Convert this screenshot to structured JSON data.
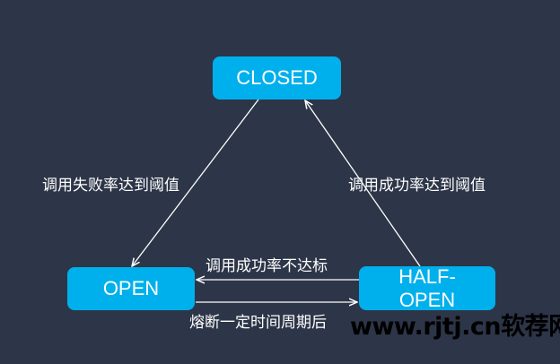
{
  "nodes": {
    "closed": "CLOSED",
    "open": "OPEN",
    "half_open": "HALF-\nOPEN"
  },
  "transitions": {
    "closed_to_open": "调用失败率达到阈值",
    "half_open_to_closed": "调用成功率达到阈值",
    "half_open_to_open": "调用成功率不达标",
    "open_to_half_open": "熔断一定时间周期后"
  },
  "watermark": "www.rjtj.cn软荐网",
  "colors": {
    "background": "#2d3548",
    "node": "#00b0ec",
    "arrow": "#ffffff"
  }
}
